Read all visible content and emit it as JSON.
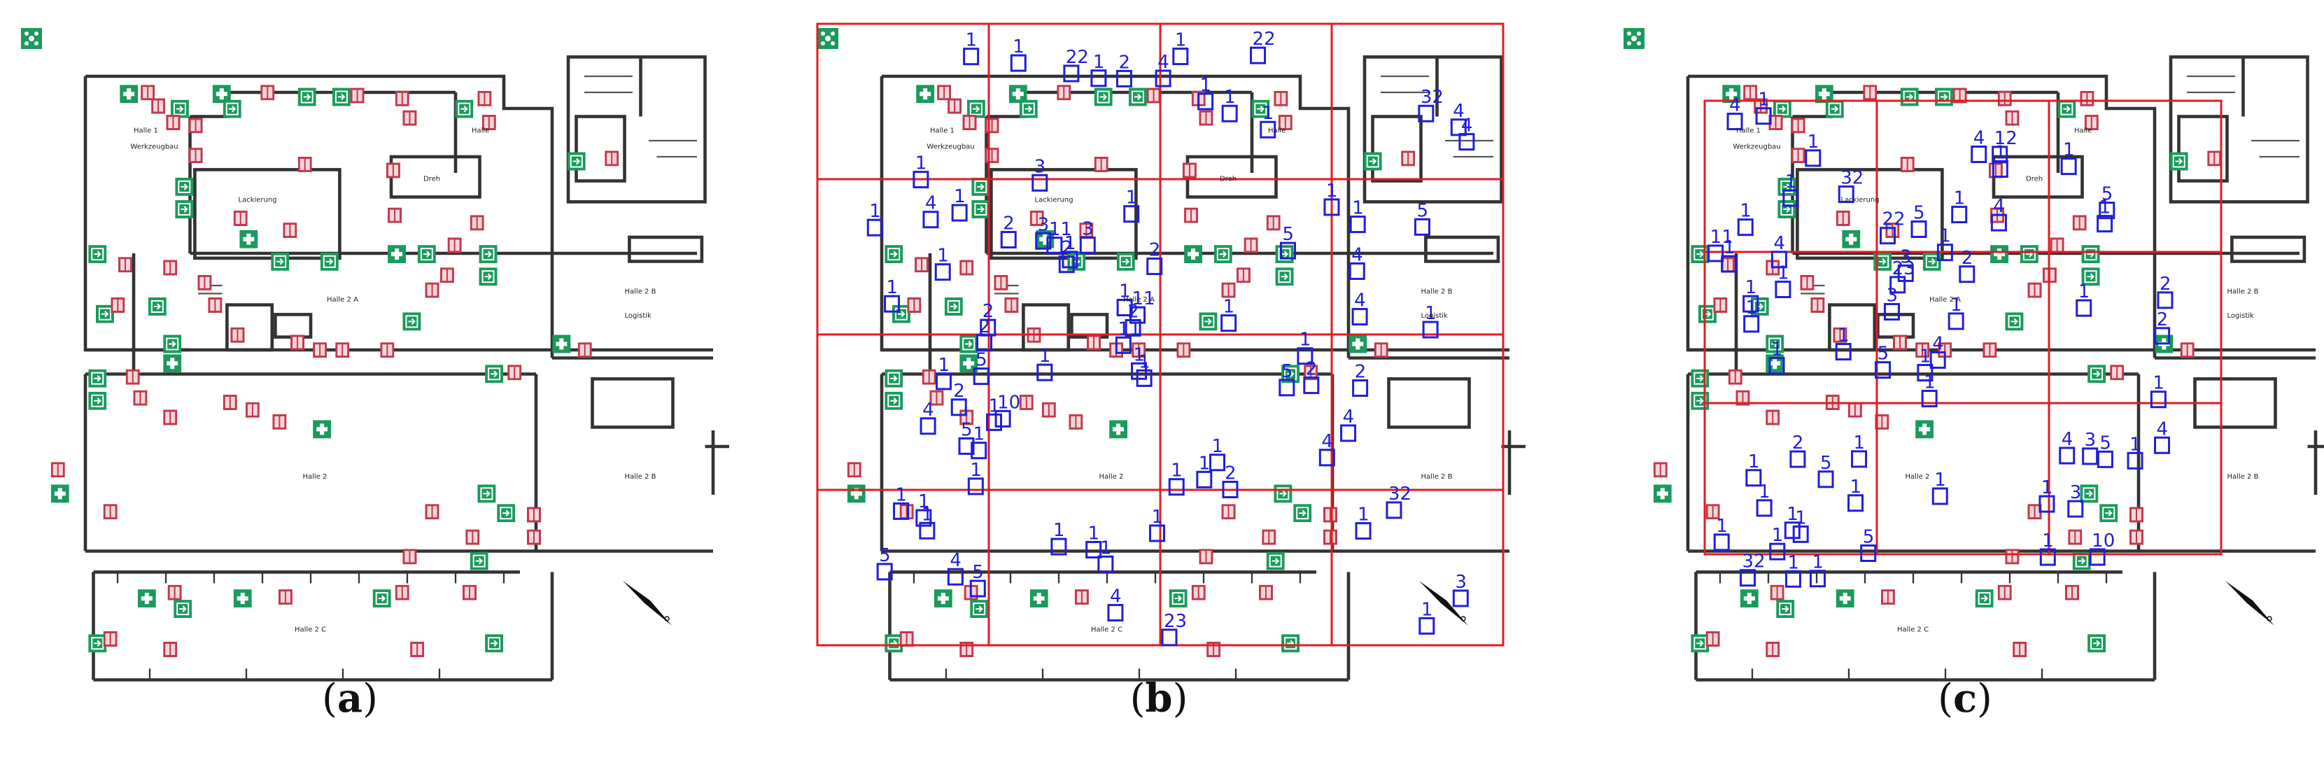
{
  "panels": [
    {
      "id": "a",
      "caption_open": "(",
      "caption_letter": "a",
      "caption_close": ")"
    },
    {
      "id": "b",
      "caption_open": "(",
      "caption_letter": "b",
      "caption_close": ")"
    },
    {
      "id": "c",
      "caption_open": "(",
      "caption_letter": "c",
      "caption_close": ")"
    }
  ],
  "plan_labels": {
    "halle1": "Halle 1",
    "halle1_sub": "Werkzeugbau",
    "lackierung": "Lackierung",
    "halle_top": "Halle",
    "dreh": "Dreh",
    "halle2a": "Halle 2 A",
    "halle2b": "Halle 2 B",
    "logistik": "Logistik",
    "halle2": "Halle 2",
    "halle2b_low": "Halle 2 B",
    "halle2c": "Halle 2 C"
  },
  "colors": {
    "sign_green": "#1a9a5c",
    "sign_red": "#c0394b",
    "grid_red": "#e31b23",
    "detect_blue": "#1f1fd6",
    "wall": "#333333"
  },
  "icons": [
    "assembly-point-icon",
    "exit-arrow-icon",
    "first-aid-icon",
    "fire-extinguisher-icon",
    "compass-icon"
  ],
  "detections_b": [
    "1",
    "5",
    "4",
    "2",
    "11",
    "32",
    "2",
    "22",
    "2",
    "4",
    "1",
    "1",
    "2",
    "4",
    "22",
    "23",
    "1",
    "1",
    "1",
    "3",
    "1",
    "1",
    "11",
    "1",
    "1",
    "4",
    "5",
    "2",
    "1",
    "1",
    "1",
    "1",
    "10",
    "5",
    "4",
    "3",
    "1",
    "1",
    "1",
    "11",
    "1",
    "1",
    "1",
    "4",
    "32",
    "1",
    "2",
    "1",
    "1",
    "1",
    "1",
    "4",
    "5",
    "1",
    "1",
    "2",
    "1",
    "1",
    "1",
    "1",
    "1",
    "5",
    "1",
    "2",
    "1",
    "5",
    "5",
    "2",
    "1",
    "2",
    "1",
    "4",
    "3",
    "4",
    "1",
    "4",
    "3",
    "1",
    "1",
    "4",
    "2"
  ],
  "detections_c": [
    "1",
    "4",
    "1",
    "12",
    "2",
    "1",
    "1",
    "1",
    "10",
    "32",
    "1",
    "1",
    "1",
    "1",
    "1",
    "5",
    "4",
    "3",
    "1",
    "1",
    "1",
    "1",
    "1",
    "1",
    "32",
    "1",
    "11",
    "1",
    "1",
    "1",
    "5",
    "23",
    "5",
    "22",
    "1",
    "1",
    "1",
    "1",
    "4",
    "1",
    "1",
    "2",
    "1",
    "4",
    "5",
    "1",
    "1",
    "1",
    "3",
    "1",
    "5",
    "1",
    "2",
    "5",
    "1",
    "2",
    "1",
    "3",
    "3",
    "4",
    "4",
    "4"
  ]
}
